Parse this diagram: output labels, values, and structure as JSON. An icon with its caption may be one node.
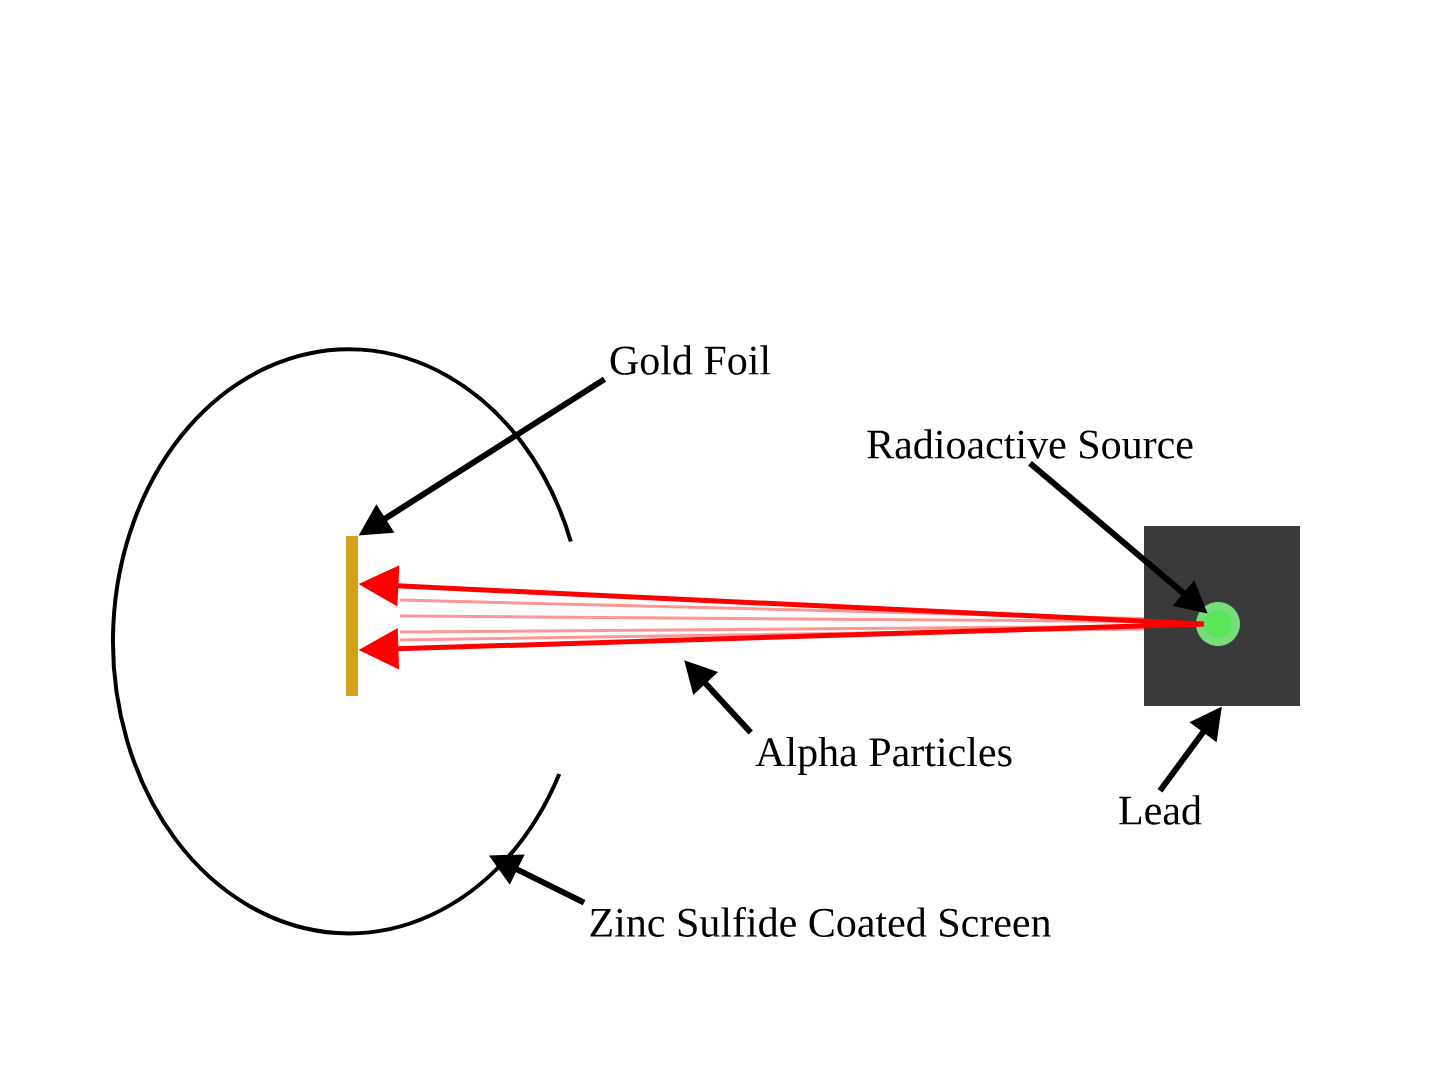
{
  "diagram": {
    "nodes": [
      {
        "text": [
          "Gold Foil"
        ]
      },
      {
        "text": [],
        "shape": "circle"
      },
      {
        "text": [],
        "shape": "bar",
        "in": 1
      },
      {
        "text": [
          "Radioactive Source"
        ]
      },
      {
        "text": [],
        "shape": "box"
      },
      {
        "text": [],
        "shape": "circle",
        "in": 4
      },
      {
        "text": [
          "Alpha Particles"
        ]
      },
      {
        "text": [
          "Lead"
        ]
      },
      {
        "text": [
          "Zinc Sulfide Coated Screen"
        ]
      }
    ],
    "edges": [
      {
        "from": 0,
        "to": 2,
        "arrow": "to"
      },
      {
        "from": 3,
        "to": 5,
        "arrow": "to"
      },
      {
        "from": 5,
        "to": 2,
        "arrow": "to",
        "color": "#ff0000"
      },
      {
        "from": 5,
        "to": 2,
        "arrow": "to",
        "color": "#ff0000"
      },
      {
        "from": 6,
        "to": null,
        "arrow": "to"
      },
      {
        "from": 7,
        "to": 4,
        "arrow": "to"
      },
      {
        "from": 8,
        "to": 1,
        "arrow": "to"
      }
    ]
  }
}
